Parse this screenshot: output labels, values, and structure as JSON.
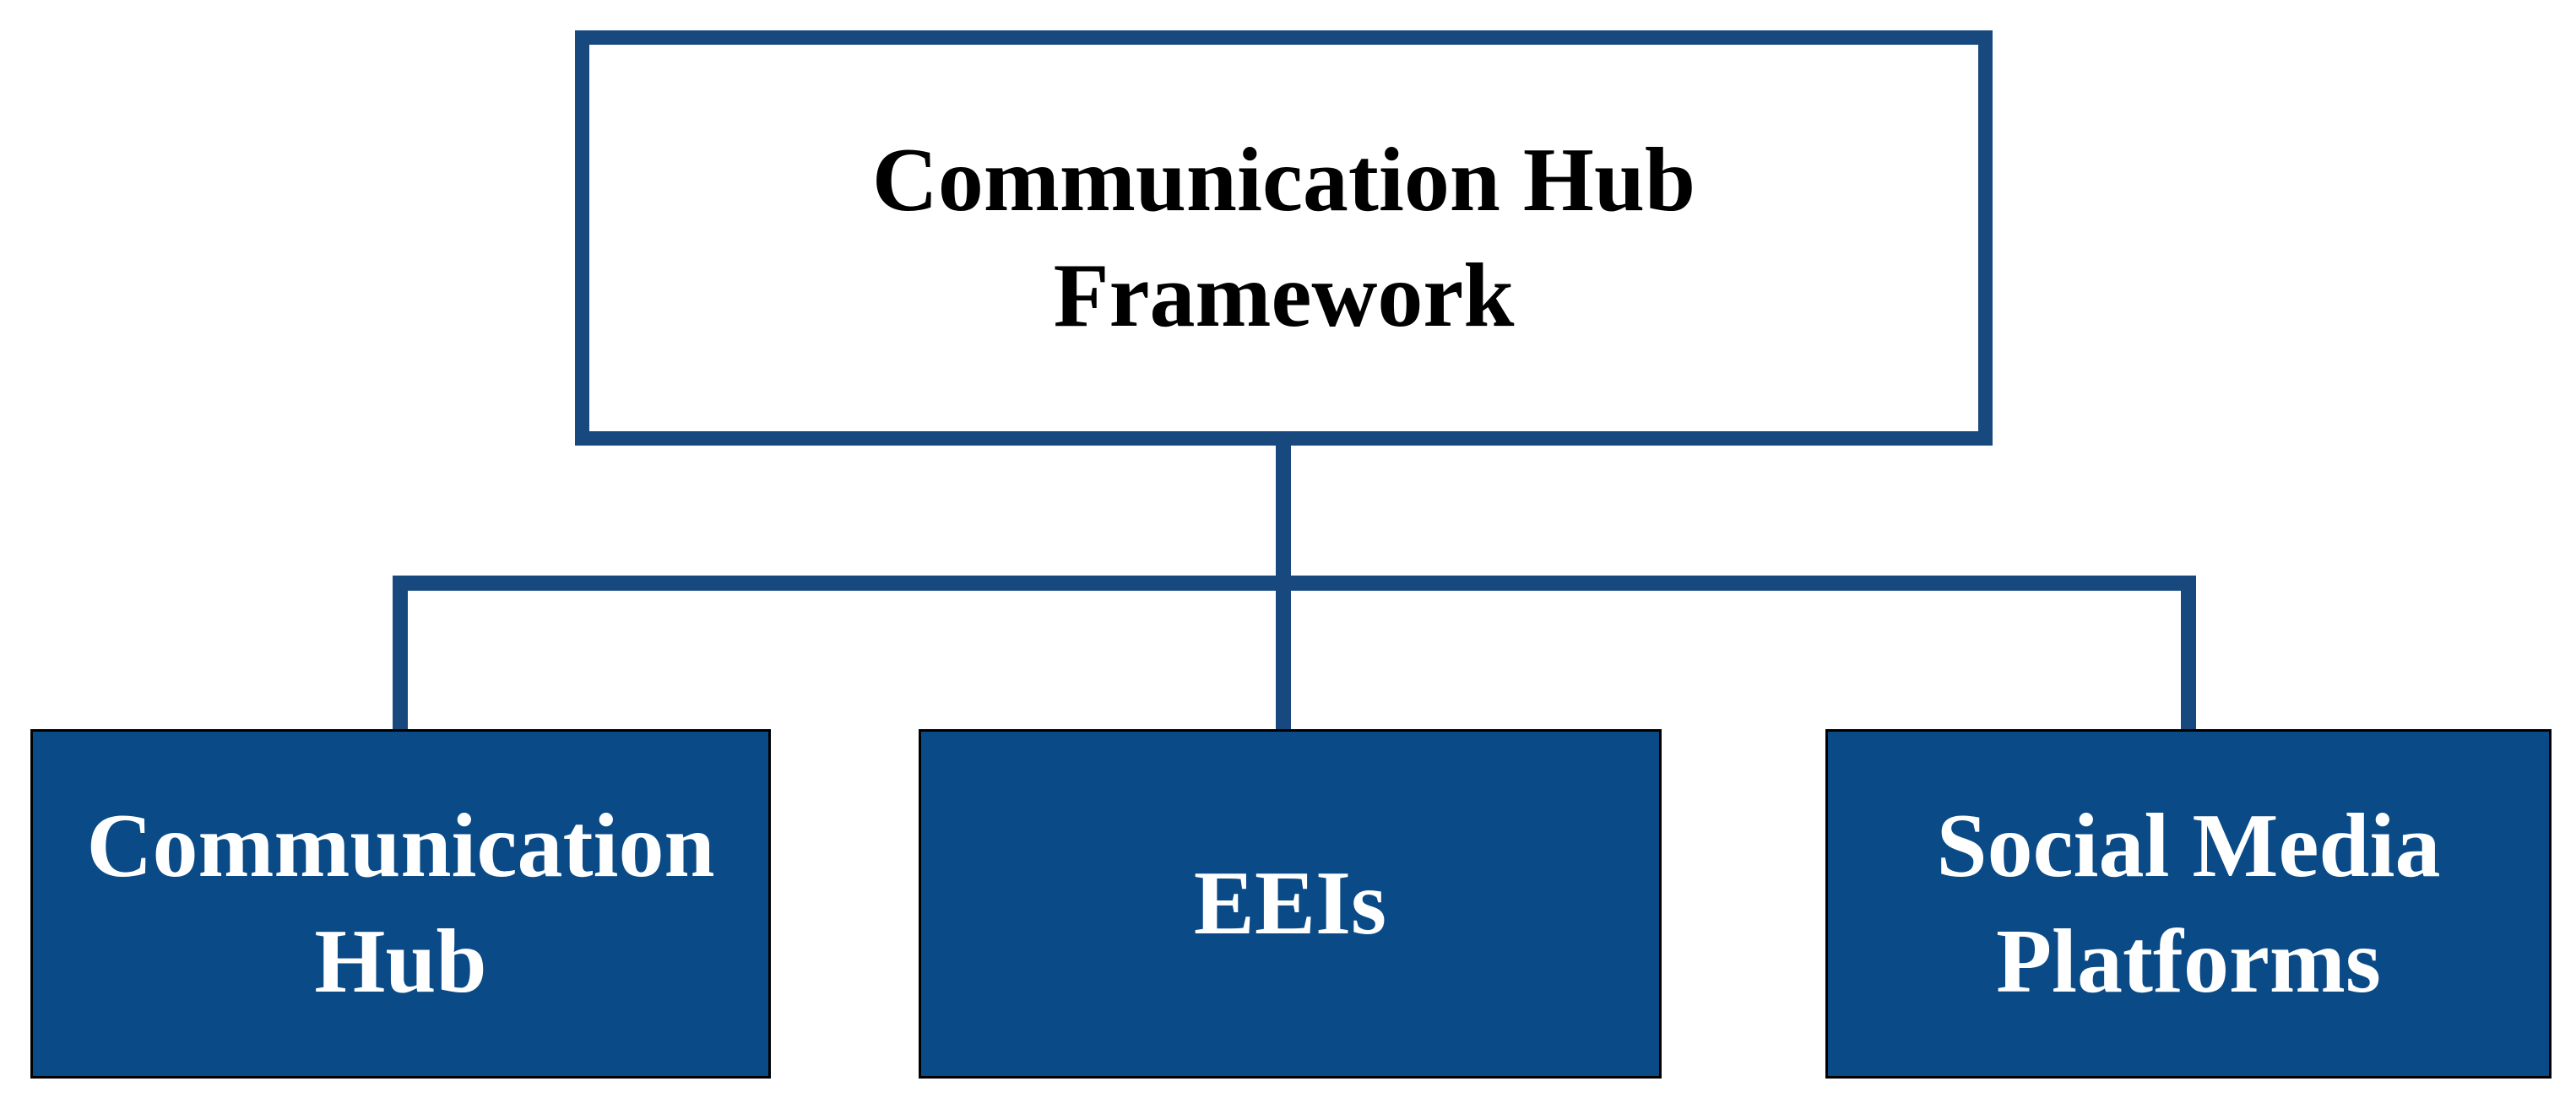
{
  "diagram": {
    "type": "hierarchy-flowchart",
    "title": "Communication Hub Framework",
    "root": {
      "id": "communication-hub-framework",
      "label": "Communication Hub Framework"
    },
    "children": [
      {
        "id": "communication-hub",
        "label": "Communication Hub"
      },
      {
        "id": "eeis",
        "label": "EEIs"
      },
      {
        "id": "social-media-platforms",
        "label": "Social Media Platforms"
      }
    ],
    "colors": {
      "node_fill": "#0a4a86",
      "connector": "#17497f",
      "root_bg": "#ffffff",
      "root_border": "#17497f",
      "root_text": "#000000",
      "child_text": "#ffffff",
      "child_border": "#000000",
      "page_bg": "#ffffff"
    }
  }
}
